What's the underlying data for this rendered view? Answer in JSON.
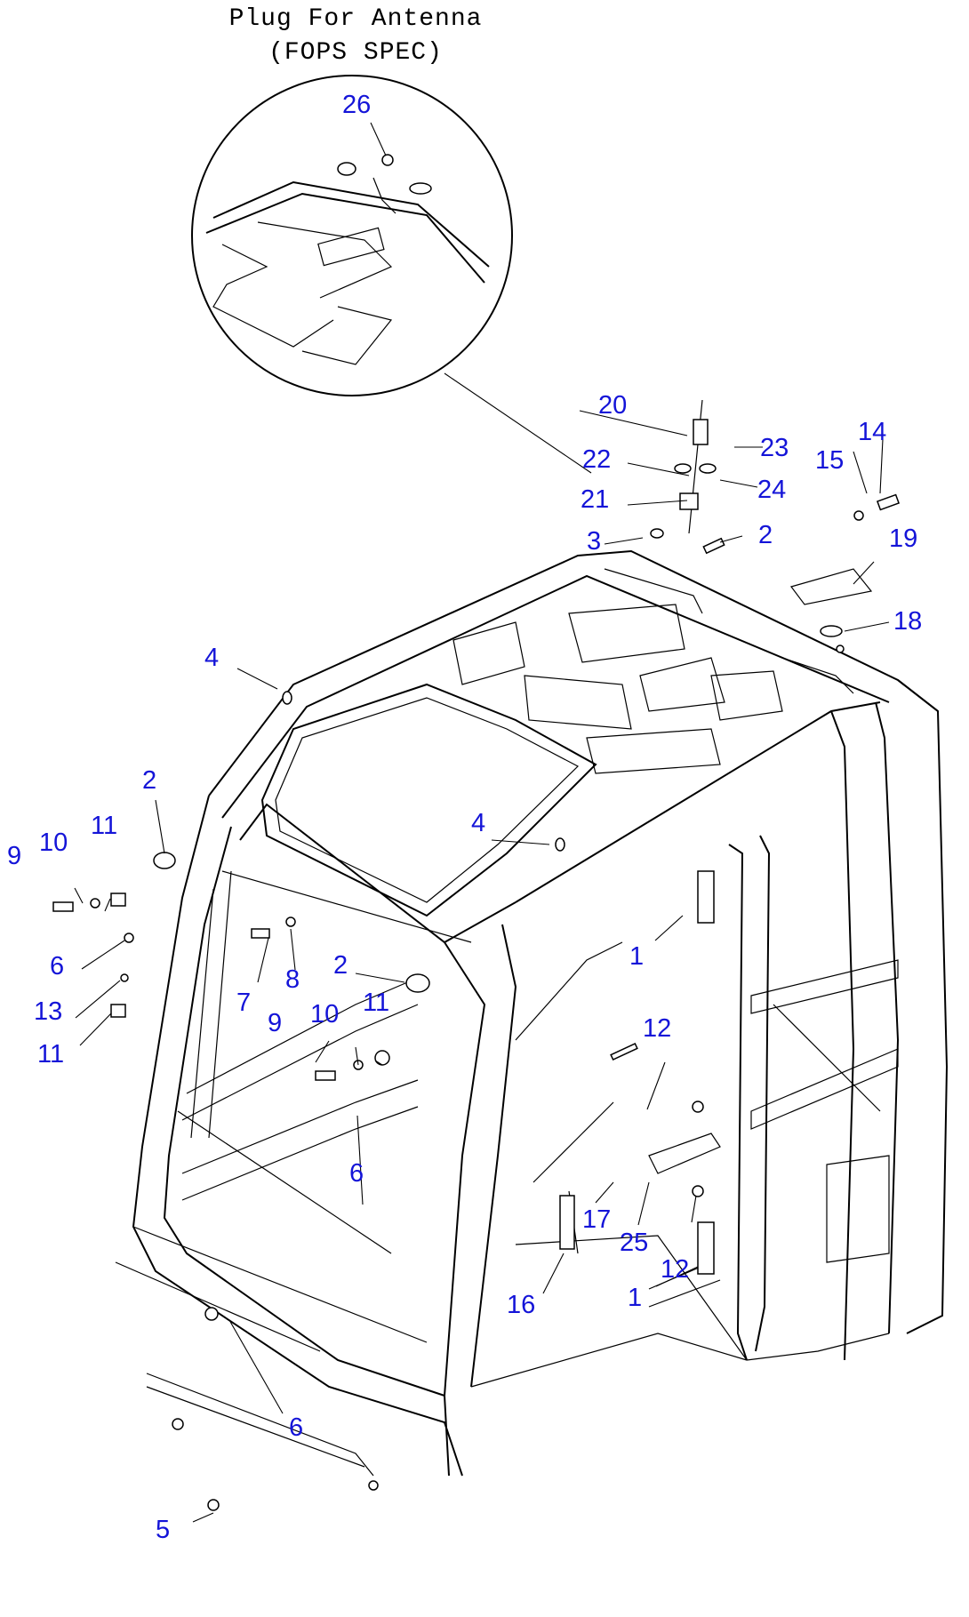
{
  "title": {
    "line1": "Plug For Antenna",
    "line2": "(FOPS SPEC)"
  },
  "colors": {
    "callout": "#1414d8",
    "linework": "#000000",
    "background": "#ffffff"
  },
  "callouts": [
    {
      "id": "c26",
      "text": "26"
    },
    {
      "id": "c20",
      "text": "20"
    },
    {
      "id": "c23",
      "text": "23"
    },
    {
      "id": "c22",
      "text": "22"
    },
    {
      "id": "c24",
      "text": "24"
    },
    {
      "id": "c21",
      "text": "21"
    },
    {
      "id": "c15",
      "text": "15"
    },
    {
      "id": "c14",
      "text": "14"
    },
    {
      "id": "c3",
      "text": "3"
    },
    {
      "id": "c2a",
      "text": "2"
    },
    {
      "id": "c19",
      "text": "19"
    },
    {
      "id": "c18",
      "text": "18"
    },
    {
      "id": "c4a",
      "text": "4"
    },
    {
      "id": "c2b",
      "text": "2"
    },
    {
      "id": "c4b",
      "text": "4"
    },
    {
      "id": "c9a",
      "text": "9"
    },
    {
      "id": "c10a",
      "text": "10"
    },
    {
      "id": "c11a",
      "text": "11"
    },
    {
      "id": "c1a",
      "text": "1"
    },
    {
      "id": "c6a",
      "text": "6"
    },
    {
      "id": "c7",
      "text": "7"
    },
    {
      "id": "c8",
      "text": "8"
    },
    {
      "id": "c2c",
      "text": "2"
    },
    {
      "id": "c13",
      "text": "13"
    },
    {
      "id": "c11b",
      "text": "11"
    },
    {
      "id": "c12a",
      "text": "12"
    },
    {
      "id": "c9b",
      "text": "9"
    },
    {
      "id": "c10b",
      "text": "10"
    },
    {
      "id": "c11c",
      "text": "11"
    },
    {
      "id": "c6b",
      "text": "6"
    },
    {
      "id": "c17",
      "text": "17"
    },
    {
      "id": "c25",
      "text": "25"
    },
    {
      "id": "c16",
      "text": "16"
    },
    {
      "id": "c12b",
      "text": "12"
    },
    {
      "id": "c1b",
      "text": "1"
    },
    {
      "id": "c6c",
      "text": "6"
    },
    {
      "id": "c5",
      "text": "5"
    }
  ]
}
